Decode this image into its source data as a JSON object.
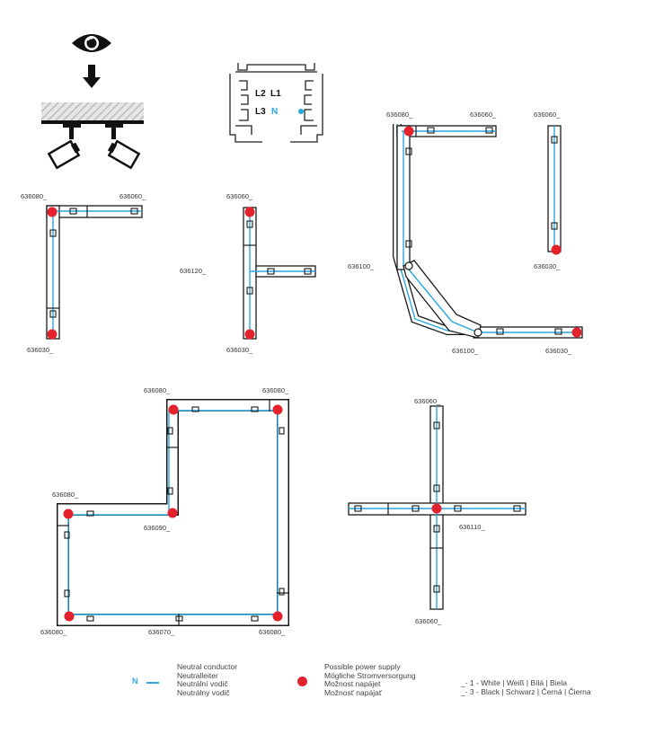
{
  "profile": {
    "phases": [
      "L2",
      "L1",
      "L3",
      "N"
    ]
  },
  "codes": {
    "c1": "636080_",
    "c2": "636060_",
    "c3": "636060_",
    "c4": "636100_",
    "c5": "636030_",
    "c6": "636100_",
    "c7": "636030_",
    "c8": "636080_",
    "c9": "636060_",
    "c10": "636030_",
    "c11": "636060_",
    "c12": "636120_",
    "c13": "636030_",
    "c14": "636080_",
    "c15": "636080_",
    "c16": "636080_",
    "c17": "636090_",
    "c18": "636080_",
    "c19": "636070_",
    "c20": "636080_",
    "c21": "636060_",
    "c22": "636110_",
    "c23": "636060_"
  },
  "legend": {
    "n_symbol": "N",
    "neutral": [
      "Neutral conductor",
      "Neutralleiter",
      "Neutrální vodič",
      "Neutrálny vodič"
    ],
    "power": [
      "Possible power supply",
      "Mögliche Stromversorgung",
      "Možnost napájet",
      "Možnosť napájať"
    ],
    "colors": [
      "_- 1 - White | Weiß | Bílá | Biela",
      "_- 3 - Black | Schwarz | Černá | Čierna"
    ]
  },
  "colors": {
    "blue": "#29a8e0",
    "red": "#e3222c",
    "outline": "#1a1a1a"
  }
}
